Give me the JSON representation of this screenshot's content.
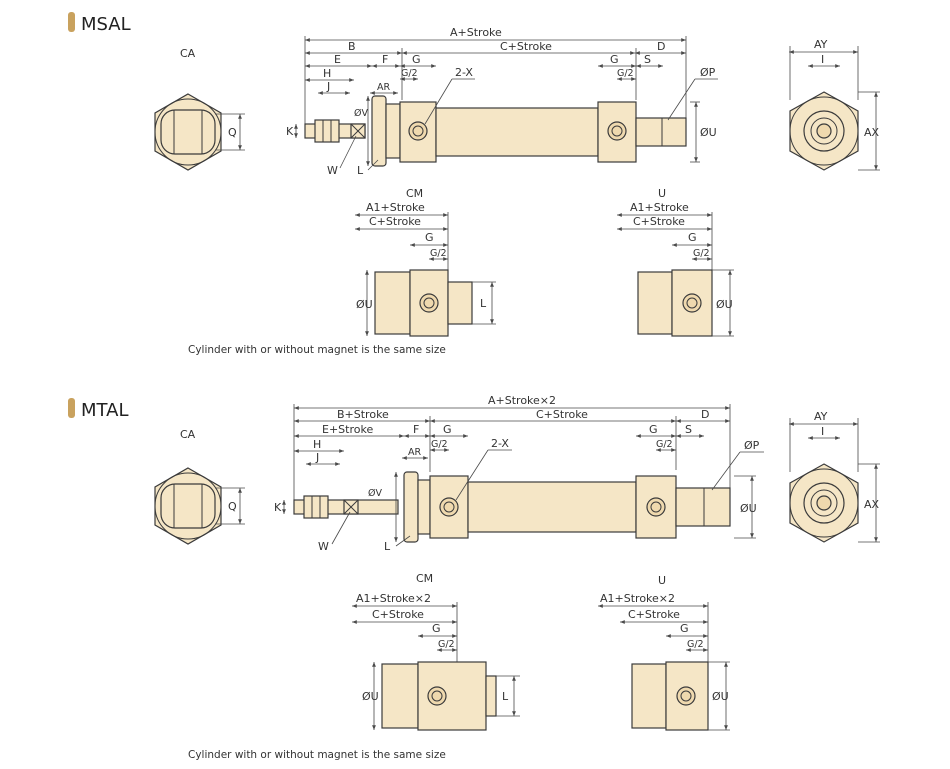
{
  "sections": [
    {
      "title": "MSAL",
      "views": {
        "ca": "CA",
        "cm": "CM",
        "u": "U"
      },
      "dims": {
        "a": "A+Stroke",
        "b": "B",
        "c": "C+Stroke",
        "d": "D",
        "e": "E",
        "f": "F",
        "g": "G",
        "g2": "G/2",
        "h": "H",
        "j": "J",
        "s": "S",
        "ar": "AR",
        "v": "ØV",
        "k": "K",
        "w": "W",
        "l": "L",
        "x": "2-X",
        "p": "ØP",
        "u": "ØU",
        "q": "Q",
        "ay": "AY",
        "i": "I",
        "ax": "AX",
        "a1": "A1+Stroke",
        "c2": "C+Stroke"
      },
      "caption": "Cylinder with or without magnet is the same size"
    },
    {
      "title": "MTAL",
      "views": {
        "ca": "CA",
        "cm": "CM",
        "u": "U"
      },
      "dims": {
        "a": "A+Stroke×2",
        "b": "B+Stroke",
        "c": "C+Stroke",
        "d": "D",
        "e": "E+Stroke",
        "f": "F",
        "g": "G",
        "g2": "G/2",
        "h": "H",
        "j": "J",
        "s": "S",
        "ar": "AR",
        "v": "ØV",
        "k": "K",
        "w": "W",
        "l": "L",
        "x": "2-X",
        "p": "ØP",
        "u": "ØU",
        "q": "Q",
        "ay": "AY",
        "i": "I",
        "ax": "AX",
        "a1": "A1+Stroke×2",
        "c2": "C+Stroke"
      },
      "caption": "Cylinder with or without magnet is the same size"
    }
  ]
}
